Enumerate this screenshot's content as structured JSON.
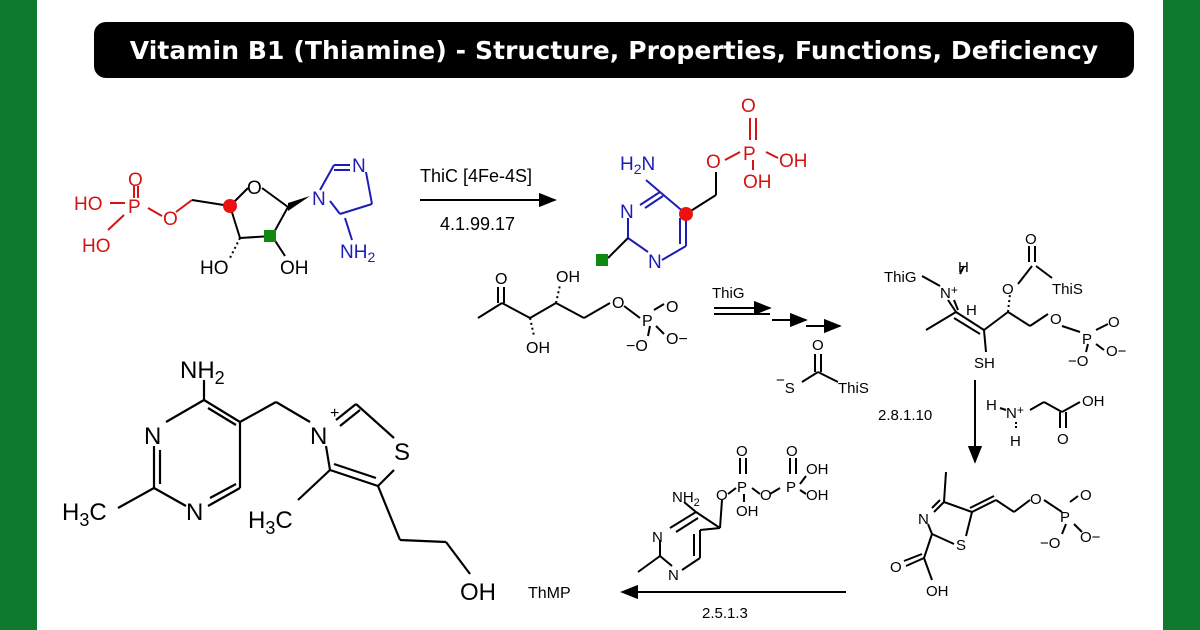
{
  "title": "Vitamin B1 (Thiamine) - Structure, Properties, Functions, Deficiency",
  "colors": {
    "frame": "#0e7a2e",
    "title_bg": "#000000",
    "title_text": "#ffffff",
    "red_atoms": "#d41414",
    "blue_atoms": "#1c1cb8",
    "bond": "#000000",
    "red_marker": "#ee1111",
    "green_marker": "#118811"
  },
  "reaction1": {
    "enzyme": "ThiC [4Fe-4S]",
    "ec": "4.1.99.17"
  },
  "reaction2": {
    "enzyme": "ThiG"
  },
  "reaction3": {
    "ec": "2.8.1.10"
  },
  "reaction4": {
    "ec": "2.5.1.3",
    "product": "ThMP"
  },
  "labels": {
    "HO": "HO",
    "HO_P": "HO",
    "O": "O",
    "P": "P",
    "N": "N",
    "OH": "OH",
    "NH2": "NH",
    "NH2_sub": "2",
    "H2N": "H",
    "H2N_sub": "2",
    "S": "S",
    "SH": "SH",
    "H": "H",
    "Nplus": "N",
    "plus": "+",
    "minus": "−",
    "O_minus": "O",
    "ThiG": "ThiG",
    "ThiS": "ThiS",
    "C": "C",
    "H3C_H": "H",
    "H3C_sub": "3",
    "H3C_C": "C"
  }
}
